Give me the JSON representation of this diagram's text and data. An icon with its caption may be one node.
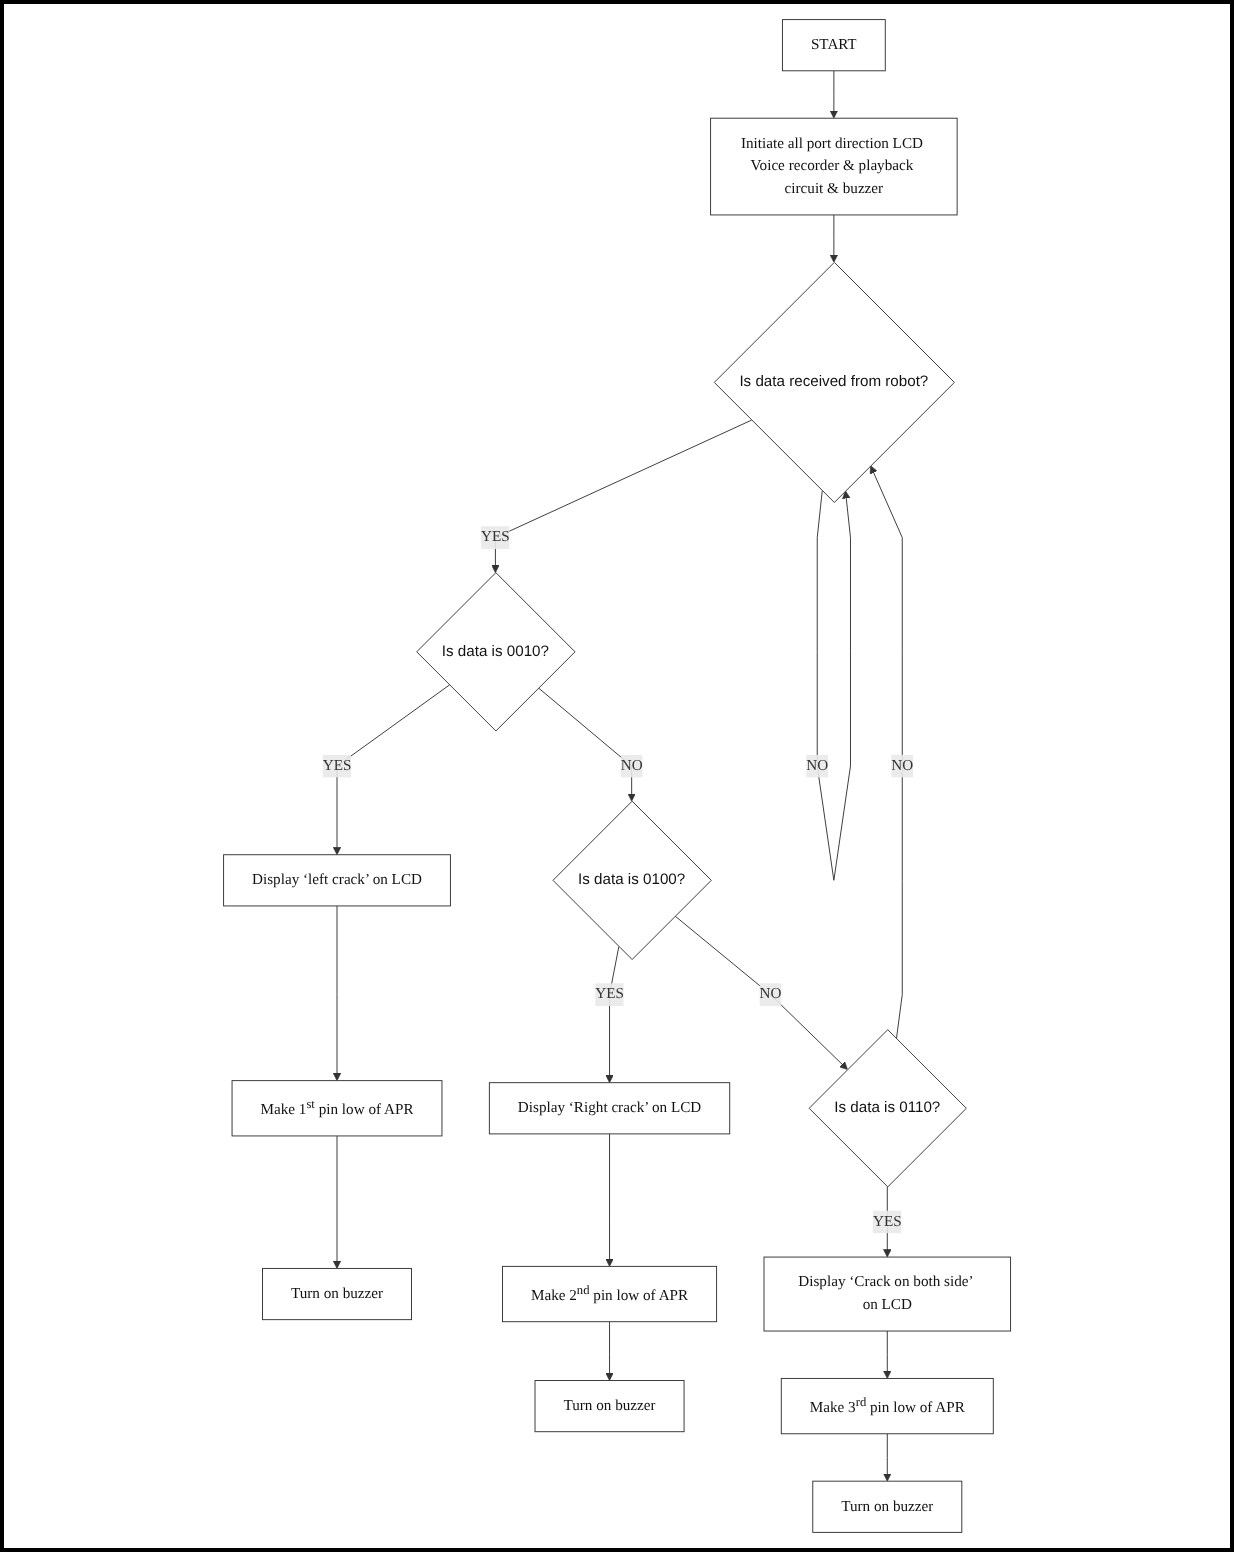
{
  "diagram": {
    "nodes": [
      {
        "text": [
          "START"
        ]
      },
      {
        "text": [
          "Initiate all port direction LCD Voice recorder & playback circuit & buzzer"
        ]
      },
      {
        "text": [
          "Is data received from robot?"
        ]
      },
      {
        "text": [
          "Is data is 0010?"
        ]
      },
      {
        "text": [
          "Display ‘left crack’ on LCD"
        ]
      },
      {
        "text": [
          "Make 1$^{st}$ pin low of APR"
        ]
      },
      {
        "text": [
          "Turn on buzzer"
        ]
      },
      {
        "text": [
          "Is data is 0100?"
        ]
      },
      {
        "text": [
          "Display ‘Right crack’ on LCD"
        ]
      },
      {
        "text": [
          "Make 2$^{nd}$ pin low of APR"
        ]
      },
      {
        "text": [
          "Turn on buzzer"
        ]
      },
      {
        "text": [
          "Is data is 0110?"
        ]
      },
      {
        "text": [
          "Display ‘Crack on both side’ on LCD"
        ]
      },
      {
        "text": [
          "Make 3$^{rd}$ pin low of APR"
        ]
      },
      {
        "text": [
          "Turn on buzzer"
        ]
      }
    ],
    "edges": [
      {
        "from": 0,
        "to": 1,
        "arrow": "to"
      },
      {
        "from": 1,
        "to": 2,
        "arrow": "to"
      },
      {
        "from": 2,
        "to": 2,
        "label": "NO",
        "arrow": "to"
      },
      {
        "from": 2,
        "to": 3,
        "label": "YES",
        "arrow": "to"
      },
      {
        "from": 3,
        "to": 4,
        "label": "YES",
        "arrow": "to"
      },
      {
        "from": 4,
        "to": 5,
        "arrow": "to"
      },
      {
        "from": 5,
        "to": 6,
        "arrow": "to"
      },
      {
        "from": 3,
        "to": 7,
        "label": "NO",
        "arrow": "to"
      },
      {
        "from": 7,
        "to": 8,
        "label": "YES",
        "arrow": "to"
      },
      {
        "from": 8,
        "to": 9,
        "arrow": "to"
      },
      {
        "from": 9,
        "to": 10,
        "arrow": "to"
      },
      {
        "from": 7,
        "to": 11,
        "label": "NO",
        "arrow": "to"
      },
      {
        "from": 11,
        "to": 12,
        "label": "YES",
        "arrow": "to"
      },
      {
        "from": 12,
        "to": 13,
        "arrow": "to"
      },
      {
        "from": 13,
        "to": 14,
        "arrow": "to"
      },
      {
        "from": 11,
        "to": 2,
        "label": "NO",
        "arrow": "to"
      }
    ]
  }
}
